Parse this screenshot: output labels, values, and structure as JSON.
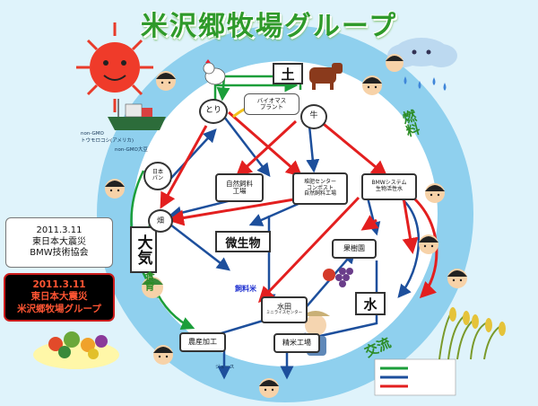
{
  "title": "米沢郷牧場グループ",
  "panels": {
    "bmw_assoc": [
      "2011.3.11",
      "東日本大震災",
      "BMW技術協会"
    ],
    "yonezawa_group": [
      "2011.3.11",
      "東日本大震災",
      "米沢郷牧場グループ"
    ]
  },
  "captions": {
    "soil": "土",
    "air": "大気",
    "water": "水",
    "microbes": "微生物",
    "feed_rice": "飼料米"
  },
  "side_labels": {
    "fuel": "燃料",
    "food": "食育",
    "exchange": "交流"
  },
  "nodes": {
    "chicken": "とり",
    "cattle": "牛",
    "biomass": "バイオマス\nプラント",
    "feed_factory": "自然飼料\n工場",
    "compost": "堆肥センター\nコンポスト\n自然飼料工場",
    "bmw_system": "BMWシステム\n生物活性水",
    "fields": "畑",
    "rice_paddy": "水田",
    "rice_paddy_sub": "ミニライスセンター",
    "orchard": "果樹園",
    "processing": "農産加工",
    "mill": "精米工場",
    "bakery": "日本\nパン"
  },
  "small_labels": {
    "ship_left": "non-GMO\nトウモロコシ(アメリカ)",
    "ship_right": "non-GMO大豆",
    "juice": "ジュース"
  },
  "icons": {
    "sun": "sun-icon",
    "cloud": "rain-cloud-icon",
    "ship": "cargo-ship-icon",
    "chicken": "chicken-icon",
    "cow": "cow-icon",
    "farmer": "farmer-icon",
    "rice": "rice-plant-icon",
    "grapes": "grapes-icon",
    "vegetables": "vegetables-icon",
    "kids": "child-face-icon"
  },
  "colors": {
    "title": "#2f9a2a",
    "outer_circle": "#8fd0ee",
    "inner_circle": "#ffffff",
    "arrow_green": "#1b9e3a",
    "arrow_blue": "#1d4f9c",
    "arrow_red": "#e31f1f",
    "panel_red_text": "#ff5533"
  }
}
